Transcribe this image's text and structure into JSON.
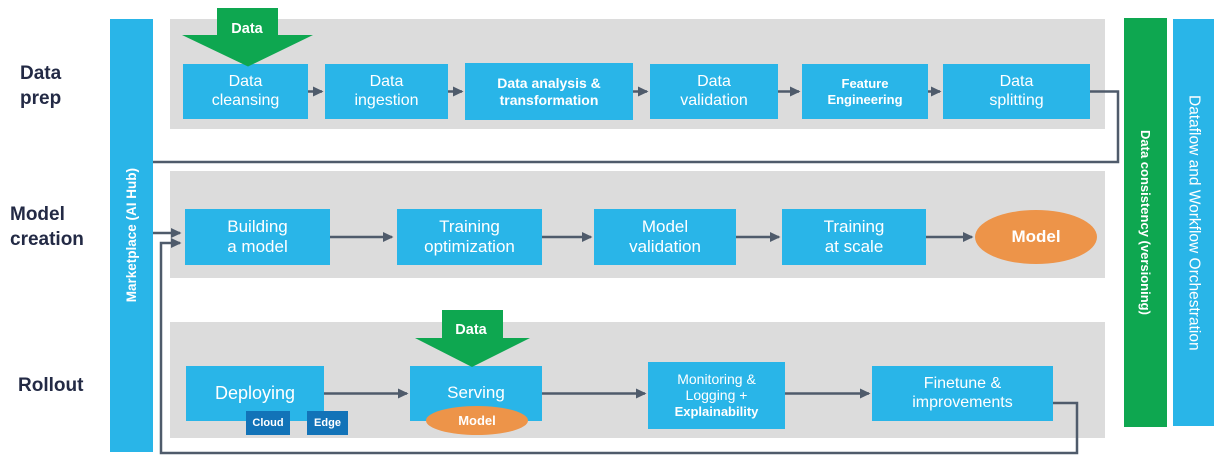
{
  "colors": {
    "cyan": "#29B5E8",
    "green": "#0EA750",
    "orange": "#ED9449",
    "chip_blue": "#1273B8",
    "panel_gray": "#DCDCDC",
    "line": "#4F5B6B",
    "label_navy": "#232A45"
  },
  "row_labels": {
    "dataprep": "Data\nprep",
    "model_creation": "Model\ncreation",
    "rollout": "Rollout"
  },
  "bars": {
    "marketplace": "Marketplace (AI Hub)",
    "data_consistency": "Data consistency (versioning)",
    "orchestration": "Dataflow and Workflow Orchestration"
  },
  "arrows": {
    "data_top": "Data",
    "data_serving": "Data"
  },
  "dataprep": {
    "nodes": [
      "Data\ncleansing",
      "Data\ningestion",
      "Data analysis &\ntransformation",
      "Data\nvalidation",
      "Feature\nEngineering",
      "Data\nsplitting"
    ]
  },
  "model_creation": {
    "nodes": [
      "Building\na model",
      "Training\noptimization",
      "Model\nvalidation",
      "Training\nat scale"
    ],
    "output": "Model"
  },
  "rollout": {
    "nodes": [
      "Deploying",
      "Serving"
    ],
    "monitoring": {
      "line1": "Monitoring &\nLogging +",
      "line2": "Explainability"
    },
    "finetune": "Finetune &\nimprovements",
    "chips": [
      "Cloud",
      "Edge"
    ],
    "serving_model": "Model"
  }
}
